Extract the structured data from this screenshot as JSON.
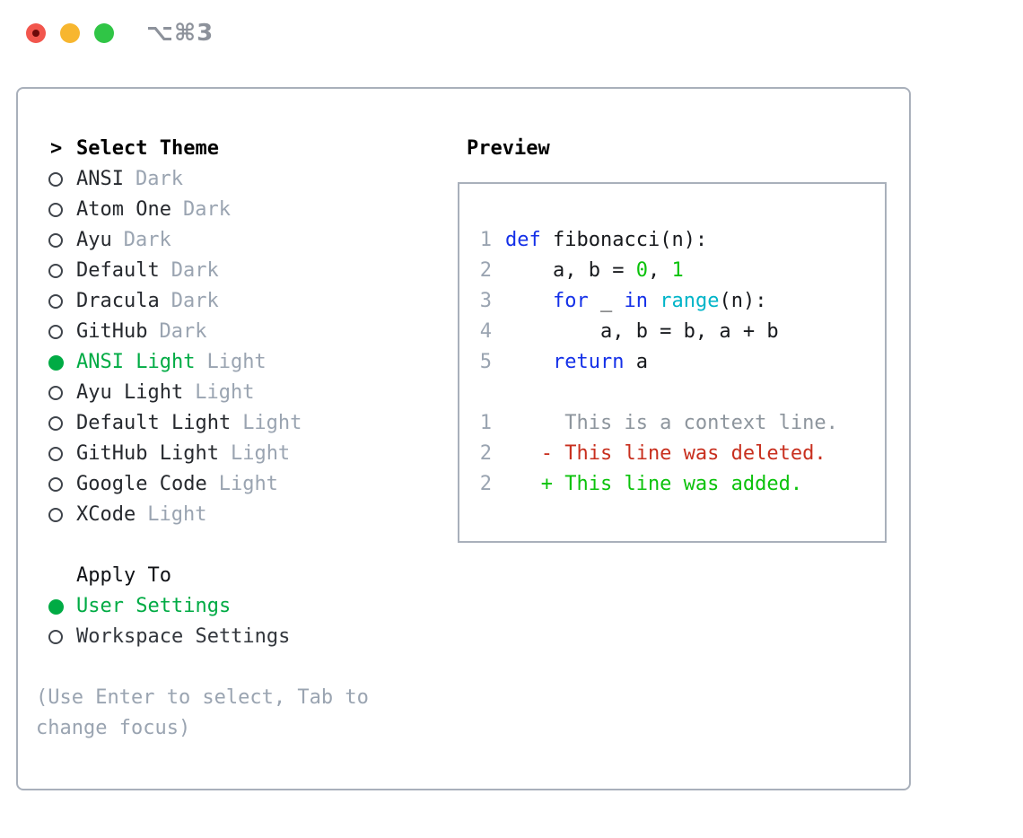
{
  "window": {
    "title": "⌥⌘3",
    "traffic_lights": [
      "close",
      "minimize",
      "zoom"
    ]
  },
  "theme_list": {
    "header_prefix": ">",
    "header_label": "Select Theme",
    "items": [
      {
        "name": "ANSI",
        "variant": "Dark",
        "selected": false
      },
      {
        "name": "Atom One",
        "variant": "Dark",
        "selected": false
      },
      {
        "name": "Ayu",
        "variant": "Dark",
        "selected": false
      },
      {
        "name": "Default",
        "variant": "Dark",
        "selected": false
      },
      {
        "name": "Dracula",
        "variant": "Dark",
        "selected": false
      },
      {
        "name": "GitHub",
        "variant": "Dark",
        "selected": false
      },
      {
        "name": "ANSI Light",
        "variant": "Light",
        "selected": true
      },
      {
        "name": "Ayu Light",
        "variant": "Light",
        "selected": false
      },
      {
        "name": "Default Light",
        "variant": "Light",
        "selected": false
      },
      {
        "name": "GitHub Light",
        "variant": "Light",
        "selected": false
      },
      {
        "name": "Google Code",
        "variant": "Light",
        "selected": false
      },
      {
        "name": "XCode",
        "variant": "Light",
        "selected": false
      }
    ]
  },
  "apply_to": {
    "header": "Apply To",
    "options": [
      {
        "label": "User Settings",
        "selected": true
      },
      {
        "label": "Workspace Settings",
        "selected": false
      }
    ]
  },
  "hint": "(Use Enter to select, Tab to change focus)",
  "preview": {
    "title": "Preview",
    "code_lines": [
      {
        "num": "1",
        "segments": [
          {
            "t": "def",
            "c": "keyword"
          },
          {
            "t": " fibonacci(n):",
            "c": "plain"
          }
        ]
      },
      {
        "num": "2",
        "segments": [
          {
            "t": "    a, b = ",
            "c": "plain"
          },
          {
            "t": "0",
            "c": "number"
          },
          {
            "t": ", ",
            "c": "plain"
          },
          {
            "t": "1",
            "c": "number"
          }
        ]
      },
      {
        "num": "3",
        "segments": [
          {
            "t": "    ",
            "c": "plain"
          },
          {
            "t": "for",
            "c": "keyword"
          },
          {
            "t": " _ ",
            "c": "plain"
          },
          {
            "t": "in",
            "c": "keyword"
          },
          {
            "t": " ",
            "c": "plain"
          },
          {
            "t": "range",
            "c": "builtin"
          },
          {
            "t": "(n):",
            "c": "plain"
          }
        ]
      },
      {
        "num": "4",
        "segments": [
          {
            "t": "        a, b = b, a + b",
            "c": "plain"
          }
        ]
      },
      {
        "num": "5",
        "segments": [
          {
            "t": "    ",
            "c": "plain"
          },
          {
            "t": "return",
            "c": "keyword"
          },
          {
            "t": " a",
            "c": "plain"
          }
        ]
      },
      {
        "num": "",
        "segments": []
      },
      {
        "num": "1",
        "segments": [
          {
            "t": "     This is a context line.",
            "c": "context"
          }
        ]
      },
      {
        "num": "2",
        "segments": [
          {
            "t": "   - This line was deleted.",
            "c": "deleted"
          }
        ]
      },
      {
        "num": "2",
        "segments": [
          {
            "t": "   + This line was added.",
            "c": "added"
          }
        ]
      }
    ]
  },
  "colors": {
    "keyword": "#1430e8",
    "number": "#0bc20b",
    "builtin": "#00b4c8",
    "plain": "#17191d",
    "context": "#8d959d",
    "deleted": "#c82f1e",
    "added": "#0bc20b",
    "selection_green": "#00ab44",
    "muted_label": "#9aa4b1",
    "line_number": "#9aa4b1",
    "panel_border": "#a9b0bb",
    "title_gray": "#8d929b"
  }
}
